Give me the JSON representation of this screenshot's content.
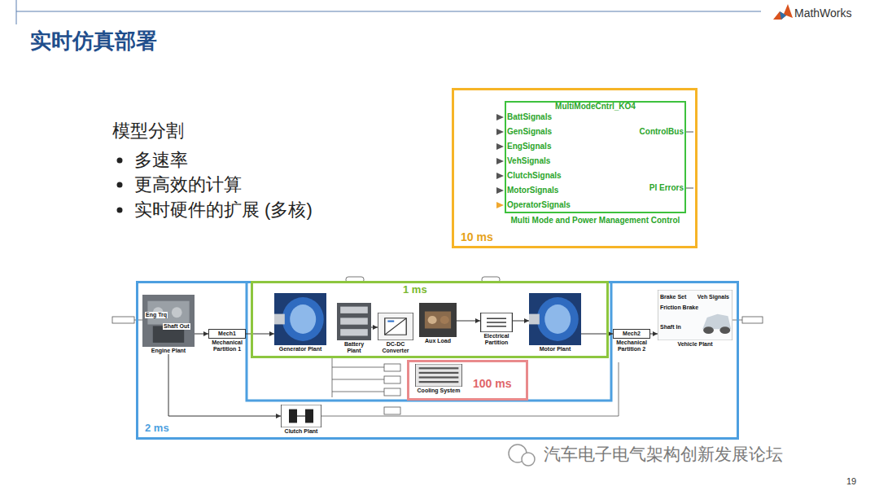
{
  "diagram": {
    "title": "实时仿真部署",
    "nodes": [
      {
        "text": [
          "10 ms"
        ]
      },
      {
        "text": [
          "MultiModeCntrl_KO4",
          "Multi Mode and Power Management Control"
        ],
        "in": 0
      },
      {
        "text": [
          "2 ms"
        ]
      },
      {
        "text": [
          "1 ms"
        ],
        "in": 2
      },
      {
        "text": [
          "100 ms"
        ],
        "in": 2
      },
      {
        "text": [
          "Engine Plant"
        ],
        "in": 2
      },
      {
        "text": [
          "Mech1",
          "Mechanical Partition 1"
        ],
        "in": 2
      },
      {
        "text": [
          "Generator Plant"
        ],
        "in": 3
      },
      {
        "text": [
          "Battery Plant"
        ],
        "in": 3
      },
      {
        "text": [
          "DC-DC Converter"
        ],
        "in": 3
      },
      {
        "text": [
          "Aux Load"
        ],
        "in": 3
      },
      {
        "text": [
          "Electrical Partition"
        ],
        "in": 3
      },
      {
        "text": [
          "Motor Plant"
        ],
        "in": 3
      },
      {
        "text": [
          "Mech2",
          "Mechanical Partition 2"
        ],
        "in": 2
      },
      {
        "text": [
          "Vehicle Plant"
        ],
        "in": 2
      },
      {
        "text": [
          "Cooling System"
        ],
        "in": 4
      },
      {
        "text": [
          "Clutch Plant"
        ],
        "in": 2
      }
    ],
    "edges": [
      {
        "from": 5,
        "to": 6,
        "arrow": "to"
      },
      {
        "from": 6,
        "to": 7,
        "arrow": "to"
      },
      {
        "from": 8,
        "to": 9,
        "arrow": "to"
      },
      {
        "from": 10,
        "to": 11,
        "arrow": "to"
      },
      {
        "from": 11,
        "to": 12,
        "arrow": "to"
      },
      {
        "from": 12,
        "to": 13,
        "arrow": "to"
      },
      {
        "from": 13,
        "to": 14,
        "arrow": "to"
      },
      {
        "from": 5,
        "to": 16,
        "arrow": "to"
      }
    ],
    "labels": [
      "MathWorks",
      "模型分割",
      "多速率",
      "更高效的计算",
      "实时硬件的扩展 (多核)",
      "BattSignals",
      "GenSignals",
      "EngSignals",
      "VehSignals",
      "ClutchSignals",
      "MotorSignals",
      "OperatorSignals",
      "ControlBus",
      "PI Errors",
      "Eng Trq",
      "Shaft Out",
      "Brake Set",
      "Friction Brake",
      "Shaft In",
      "Veh Signals",
      "汽车电子电气架构创新发展论坛",
      "19"
    ]
  }
}
